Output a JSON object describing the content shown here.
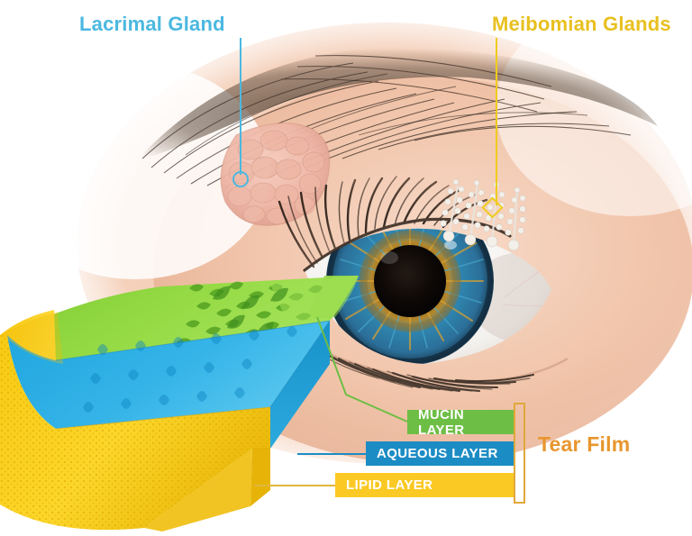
{
  "diagram": {
    "subject": "tear-film-anatomy",
    "background_color": "#ffffff"
  },
  "labels": {
    "lacrimal_gland": "Lacrimal Gland",
    "meibomian_glands": "Meibomian Glands",
    "tear_film": "Tear Film"
  },
  "colors": {
    "lacrimal_blue": "#4BB8E0",
    "meibomian_yellow": "#E8C01F",
    "tear_film_orange": "#E8962E",
    "mucin_green": "#6DBE45",
    "aqueous_blue": "#1C8CC4",
    "lipid_yellow": "#FBC924",
    "bracket_orange": "#E0A83A",
    "block_green": "#8DD63F",
    "block_cyan": "#29ABE2",
    "block_yellow": "#FCD017",
    "skin": "#F2C6AE",
    "iris_blue": "#2E7FA8",
    "iris_amber": "#C68A2A",
    "pupil": "#120B08"
  },
  "tear_film_layers": [
    {
      "id": "mucin",
      "label": "MUCIN LAYER",
      "color": "#6DBE45",
      "text_color": "#ffffff",
      "order": 1
    },
    {
      "id": "aqueous",
      "label": "AQUEOUS LAYER",
      "color": "#1C8CC4",
      "text_color": "#ffffff",
      "order": 2
    },
    {
      "id": "lipid",
      "label": "LIPID LAYER",
      "color": "#FBC924",
      "text_color": "#ffffff",
      "order": 3
    }
  ],
  "callouts": [
    {
      "id": "lacrimal",
      "label": "Lacrimal Gland",
      "marker": "circle",
      "color": "#4BB8E0"
    },
    {
      "id": "meibomian",
      "label": "Meibomian Glands",
      "marker": "diamond",
      "color": "#EFCB1F"
    }
  ],
  "icons": {
    "lacrimal_marker": "circle-marker-icon",
    "meibomian_marker": "diamond-marker-icon",
    "eye": "eye-illustration-icon",
    "gland_cluster": "lacrimal-gland-icon",
    "meibomian_fronds": "meibomian-gland-icon",
    "cutaway_block": "tear-film-cutaway-icon",
    "bracket": "brace-bracket-icon"
  }
}
